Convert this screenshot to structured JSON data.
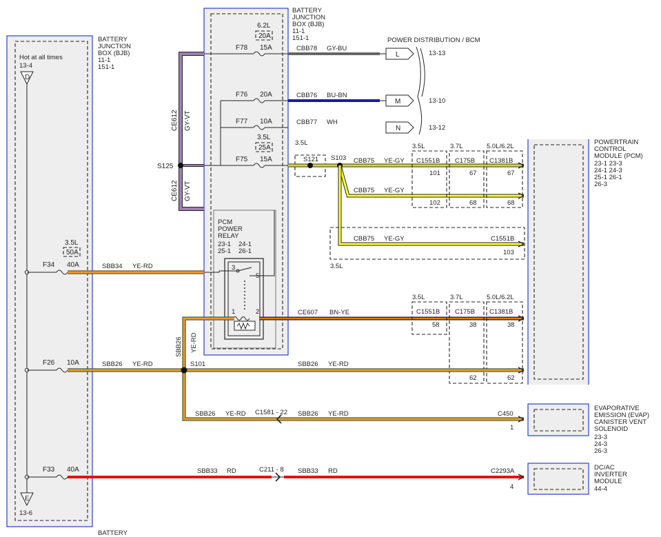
{
  "colors": {
    "module_border": "#2b3fd1",
    "wire_gy_bu": "#666666",
    "wire_bu_bn": "#1a1aa0",
    "wire_ye_gy": "#ffff33",
    "wire_ye_rd": "#ffdd33",
    "wire_bn_ye": "#cc2200",
    "wire_rd": "#e81010",
    "wire_gy_vt": "#a080b0",
    "box_fill": "#eeeeee"
  },
  "bjb_left": {
    "name_lines": [
      "BATTERY",
      "JUNCTION",
      "BOX (BJB)",
      "11-1",
      "151-1"
    ],
    "hot_label": "Hot at all times",
    "ref_top": "13-4",
    "conn_d": "D",
    "conn_e": "E",
    "ref_bottom": "13-6",
    "fuses": [
      {
        "id": "F34",
        "amps": "40A",
        "engine": "3.5L",
        "alt_amps": "50A"
      },
      {
        "id": "F26",
        "amps": "10A"
      },
      {
        "id": "F33",
        "amps": "40A"
      }
    ]
  },
  "bjb_mid": {
    "name_lines": [
      "BATTERY",
      "JUNCTION",
      "BOX (BJB)",
      "11-1",
      "151-1"
    ],
    "fuses": [
      {
        "id": "F78",
        "amps": "15A",
        "engine": "6.2L",
        "alt_amps": "20A"
      },
      {
        "id": "F76",
        "amps": "20A"
      },
      {
        "id": "F77",
        "amps": "10A"
      },
      {
        "id": "F75",
        "amps": "15A",
        "engine": "3.5L",
        "alt_amps": "25A"
      }
    ],
    "relay": {
      "name_lines": [
        "PCM",
        "POWER",
        "RELAY"
      ],
      "refs": [
        "23-1",
        "24-1",
        "25-1",
        "26-1"
      ],
      "pins": [
        "3",
        "5",
        "1",
        "2"
      ]
    }
  },
  "ground_circuit": {
    "wire": "CE612",
    "color": "GY-VT",
    "splice": "S125"
  },
  "power_dist": {
    "title": "POWER DISTRIBUTION / BCM",
    "lines": [
      {
        "circuit": "CBB78",
        "color": "GY-BU",
        "conn": "L",
        "ref": "13-13"
      },
      {
        "circuit": "CBB76",
        "color": "BU-BN",
        "conn": "M",
        "ref": "13-10"
      },
      {
        "circuit": "CBB77",
        "color": "WH",
        "conn": "N",
        "ref": "13-12"
      }
    ]
  },
  "splices": {
    "s121": "S121",
    "s121_engine": "3.5L",
    "s103": "S103",
    "s101": "S101"
  },
  "pcm": {
    "name_lines": [
      "POWERTRAIN",
      "CONTROL",
      "MODULE (PCM)"
    ],
    "refs": [
      "23-1  23-3",
      "24-1  24-3",
      "25-1  26-1",
      "26-3"
    ]
  },
  "pcm_group1": {
    "engines": [
      "3.5L",
      "3.7L",
      "5.0L/6.2L"
    ],
    "connectors": [
      "C1551B",
      "C175B",
      "C1381B"
    ],
    "row1_pins": [
      "101",
      "67",
      "67"
    ],
    "row2_pins": [
      "102",
      "68",
      "68"
    ],
    "circuit": "CBB75",
    "color": "YE-GY"
  },
  "pcm_35l_box": {
    "circuit": "CBB75",
    "color": "YE-GY",
    "connector": "C1551B",
    "pin": "103",
    "engine": "3.5L"
  },
  "pcm_group2": {
    "engines": [
      "3.5L",
      "3.7L",
      "5.0L/6.2L"
    ],
    "connectors": [
      "C1551B",
      "C175B",
      "C1381B"
    ],
    "row1_pins": [
      "58",
      "38",
      "38"
    ],
    "row2_pins": [
      "62",
      "62"
    ]
  },
  "wires": {
    "sbb34": {
      "circuit": "SBB34",
      "color": "YE-RD"
    },
    "ce607": {
      "circuit": "CE607",
      "color": "BN-YE"
    },
    "sbb26a": {
      "circuit": "SBB26",
      "color": "YE-RD"
    },
    "sbb26b": {
      "circuit": "SBB26",
      "color": "YE-RD"
    },
    "sbb26_vert": {
      "circuit": "SBB26",
      "color": "YE-RD"
    },
    "sbb26_evap_l": {
      "circuit": "SBB26",
      "color": "YE-RD"
    },
    "sbb26_evap_r": {
      "circuit": "SBB26",
      "color": "YE-RD"
    },
    "sbb33_l": {
      "circuit": "SBB33",
      "color": "RD"
    },
    "sbb33_r": {
      "circuit": "SBB33",
      "color": "RD"
    }
  },
  "inline_connectors": {
    "c1581": "C1581 - 22",
    "c211": "C211 - 8"
  },
  "evap": {
    "name_lines": [
      "EVAPORATIVE",
      "EMISSION (EVAP)",
      "CANISTER VENT",
      "SOLENOID"
    ],
    "refs": [
      "23-3",
      "24-3",
      "26-3"
    ],
    "connector": "C450",
    "pin": "1"
  },
  "inverter": {
    "name_lines": [
      "DC/AC",
      "INVERTER",
      "MODULE"
    ],
    "refs": [
      "44-4"
    ],
    "connector": "C2293A",
    "pin": "4"
  }
}
